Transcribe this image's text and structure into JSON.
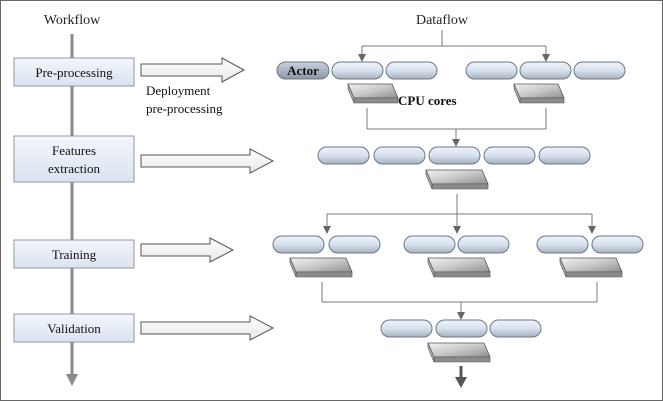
{
  "workflow": {
    "title": "Workflow",
    "stages": [
      {
        "label_lines": [
          "Pre-processing"
        ]
      },
      {
        "label_lines": [
          "Features",
          "extraction"
        ]
      },
      {
        "label_lines": [
          "Training"
        ]
      },
      {
        "label_lines": [
          "Validation"
        ]
      }
    ]
  },
  "deployment_note": {
    "lines": [
      "Deployment",
      "pre-processing"
    ]
  },
  "dataflow": {
    "title": "Dataflow",
    "actor_label": "Actor",
    "cpu_label": "CPU  cores"
  },
  "colors": {
    "stage_box": "#e8eef7",
    "actor_pill_top": "#dde6f3",
    "actor_pill_bottom": "#9aa3b1",
    "line": "#7a7a7a",
    "frame": "#666666"
  }
}
